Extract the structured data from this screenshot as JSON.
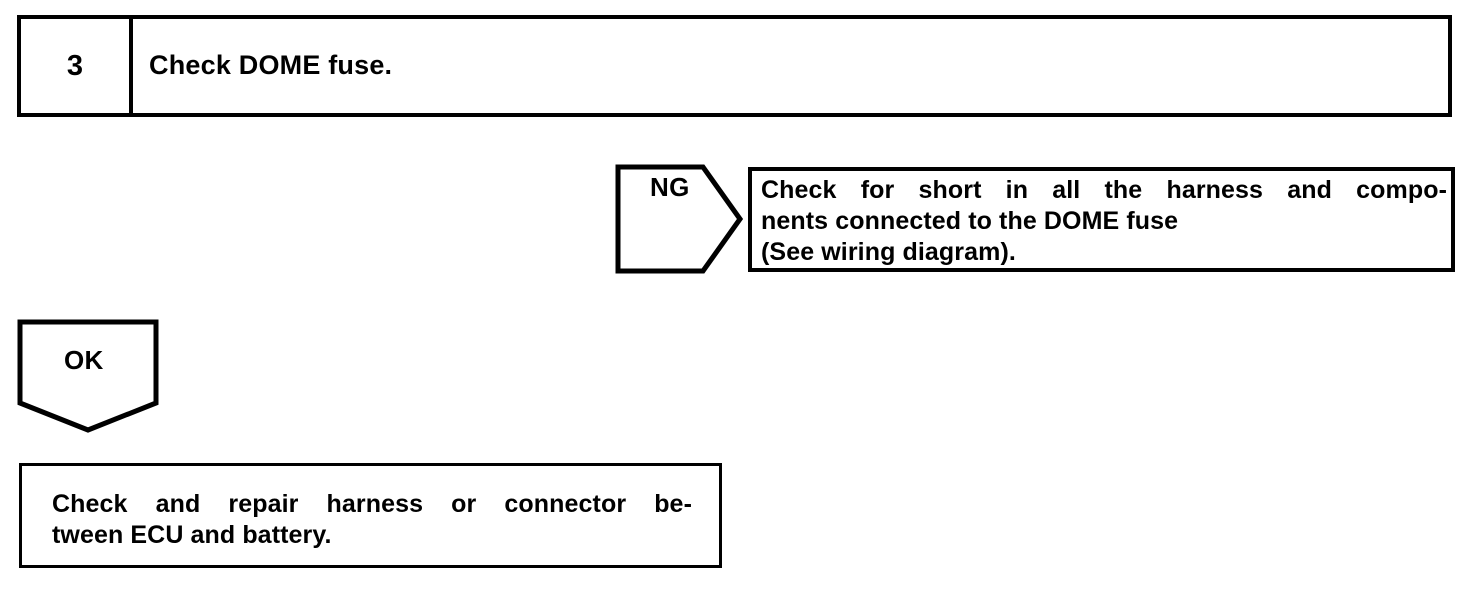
{
  "diagram": {
    "type": "troubleshooting-flowchart",
    "colors": {
      "stroke": "#000000",
      "background": "#ffffff",
      "text": "#000000"
    },
    "step": {
      "number": "3",
      "title": "Check DOME fuse."
    },
    "ng_branch": {
      "label": "NG",
      "box_lines": [
        "Check for short in all the harness and compo-",
        "nents connected to the DOME fuse",
        "(See wiring diagram)."
      ]
    },
    "ok_branch": {
      "label": "OK",
      "box_lines": [
        "Check and repair harness or connector be-",
        "tween ECU and battery."
      ]
    }
  }
}
